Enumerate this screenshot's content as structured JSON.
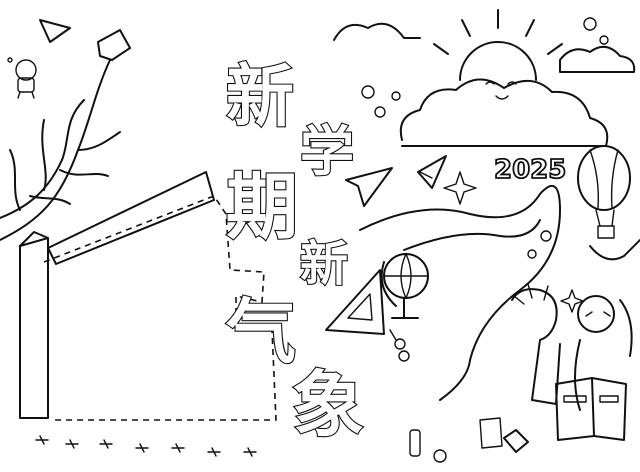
{
  "title_chars": {
    "xin1": "新",
    "xue": "学",
    "qi": "期",
    "xin2": "新",
    "qi4": "气",
    "xiang": "象"
  },
  "year_badge": "2025",
  "icons": [
    "bare-tree-icon",
    "paper-plane-icon",
    "sun-icon",
    "cloud-icon",
    "hot-air-balloon-icon",
    "globe-icon",
    "triangle-ruler-icon",
    "scissors-icon",
    "star-sparkle-icon",
    "book-icon",
    "student-figure-icon",
    "pencil-banner-icon",
    "astronaut-icon"
  ]
}
